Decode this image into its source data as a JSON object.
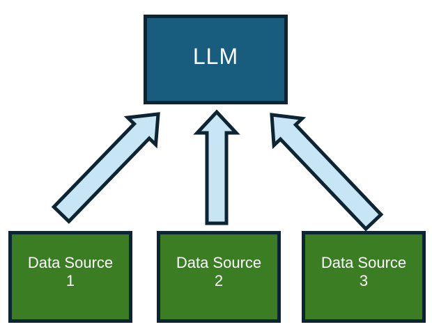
{
  "nodes": {
    "llm": {
      "label": "LLM"
    },
    "sources": [
      {
        "name": "Data Source",
        "number": "1"
      },
      {
        "name": "Data Source",
        "number": "2"
      },
      {
        "name": "Data Source",
        "number": "3"
      }
    ]
  },
  "arrows": [
    {
      "from": "Data Source 1",
      "to": "LLM"
    },
    {
      "from": "Data Source 2",
      "to": "LLM"
    },
    {
      "from": "Data Source 3",
      "to": "LLM"
    }
  ],
  "colors": {
    "llm_fill": "#195d7e",
    "source_fill": "#3b7d23",
    "box_border": "#0d2433",
    "arrow_fill": "#c7e5f5",
    "arrow_stroke": "#0d2433",
    "text": "#ffffff",
    "background": "#ffffff"
  }
}
